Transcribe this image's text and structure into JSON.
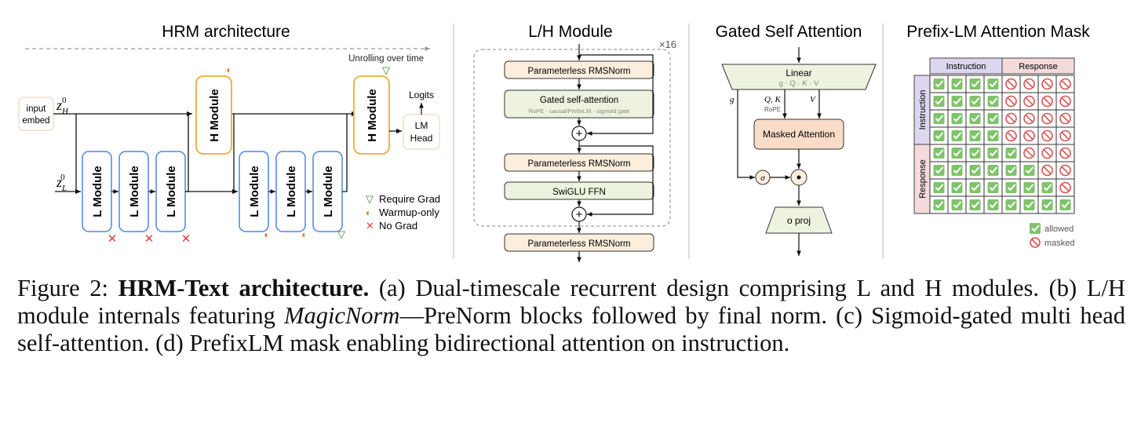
{
  "panels": {
    "hrm": {
      "title": "HRM architecture",
      "unrolling": "Unrolling over time",
      "input": [
        "input",
        "embed"
      ],
      "z_h": "z",
      "z_h_sub": "H",
      "z_l": "z",
      "z_l_sub": "L",
      "z_sup": "0",
      "l_module": "L Module",
      "h_module": "H Module",
      "logits": "Logits",
      "lm_head": [
        "LM",
        "Head"
      ],
      "legend": [
        {
          "symbol": "▽",
          "text": "Require Grad"
        },
        {
          "symbol": "◐",
          "text": "Warmup-only"
        },
        {
          "symbol": "✕",
          "text": "No Grad"
        }
      ]
    },
    "lh": {
      "title": "L/H Module",
      "repeat": "×16",
      "rmsnorm": "Parameterless RMSNorm",
      "gsa": "Gated self-attention",
      "gsa_sub": "RoPE · causal/PrefixLM · sigmoid gate",
      "swiglu": "SwiGLU FFN",
      "plus": "+"
    },
    "gsa": {
      "title": "Gated Self Attention",
      "linear": "Linear",
      "linear_sub": "g · Q · K · V",
      "g": "g",
      "qk": "Q, K",
      "rope": "RoPE",
      "v": "V",
      "masked": "Masked Attention",
      "sigma": "σ",
      "oproj": "o proj"
    },
    "mask": {
      "title": "Prefix-LM Attention Mask",
      "col_instruction": "Instruction",
      "col_response": "Response",
      "row_instruction": "Instruction",
      "row_response": "Response",
      "legend_allowed": "allowed",
      "legend_masked": "masked",
      "grid": [
        [
          1,
          1,
          1,
          1,
          0,
          0,
          0,
          0
        ],
        [
          1,
          1,
          1,
          1,
          0,
          0,
          0,
          0
        ],
        [
          1,
          1,
          1,
          1,
          0,
          0,
          0,
          0
        ],
        [
          1,
          1,
          1,
          1,
          0,
          0,
          0,
          0
        ],
        [
          1,
          1,
          1,
          1,
          1,
          0,
          0,
          0
        ],
        [
          1,
          1,
          1,
          1,
          1,
          1,
          0,
          0
        ],
        [
          1,
          1,
          1,
          1,
          1,
          1,
          1,
          0
        ],
        [
          1,
          1,
          1,
          1,
          1,
          1,
          1,
          1
        ]
      ]
    }
  },
  "caption": {
    "label": "Figure 2: ",
    "bold": "HRM-Text architecture.",
    "part1": " (a) Dual-timescale recurrent design comprising L and H modules. (b) L/H module internals featuring ",
    "italic": "MagicNorm",
    "part2": "—PreNorm blocks followed by final norm. (c) Sigmoid-gated multi head self-attention. (d) PrefixLM mask enabling bidirectional attention on instruction."
  },
  "colors": {
    "l_blue": "#4a86e8",
    "h_orange": "#f2a93b",
    "norm_fill": "#fbeedd",
    "gsa_fill": "#eef3df",
    "attn_fill": "#f9dcc8",
    "instr_purple": "#ddd6ee",
    "resp_pink": "#f4dada",
    "allowed_green": "#7fc36b",
    "masked_red": "#d9534f"
  }
}
